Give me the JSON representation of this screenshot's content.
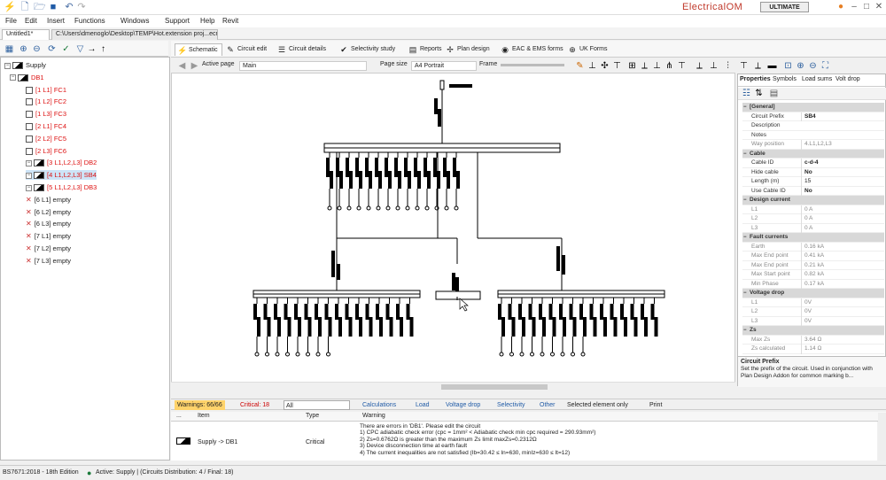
{
  "app": {
    "logo": "ElectricalOM",
    "edition": "ULTIMATE"
  },
  "menu": [
    "File",
    "Edit",
    "Insert",
    "Functions",
    "Windows",
    "Support",
    "Help",
    "Revit"
  ],
  "doc_tabs": [
    "Untitled1*",
    "C:\\Users\\dmenoglo\\Desktop\\TEMP\\Hot.extension proj...ecm*"
  ],
  "tree": [
    {
      "label": "Supply",
      "indent": 0,
      "color": "normal",
      "icon": "supply"
    },
    {
      "label": "DB1",
      "indent": 1,
      "color": "red",
      "icon": "db"
    },
    {
      "label": "[1 L1] FC1",
      "indent": 2,
      "color": "red",
      "icon": "box"
    },
    {
      "label": "[1 L2] FC2",
      "indent": 2,
      "color": "red",
      "icon": "box"
    },
    {
      "label": "[1 L3] FC3",
      "indent": 2,
      "color": "red",
      "icon": "box"
    },
    {
      "label": "[2 L1] FC4",
      "indent": 2,
      "color": "red",
      "icon": "box"
    },
    {
      "label": "[2 L2] FC5",
      "indent": 2,
      "color": "red",
      "icon": "box"
    },
    {
      "label": "[2 L3] FC6",
      "indent": 2,
      "color": "red",
      "icon": "box"
    },
    {
      "label": "[3 L1,L2,L3] DB2",
      "indent": 2,
      "color": "red",
      "icon": "db"
    },
    {
      "label": "[4 L1,L2,L3] SB4",
      "indent": 2,
      "color": "red",
      "icon": "db",
      "selected": true
    },
    {
      "label": "[5 L1,L2,L3] DB3",
      "indent": 2,
      "color": "red",
      "icon": "db"
    },
    {
      "label": "[6 L1] empty",
      "indent": 2,
      "color": "normal",
      "icon": "x"
    },
    {
      "label": "[6 L2] empty",
      "indent": 2,
      "color": "normal",
      "icon": "x"
    },
    {
      "label": "[6 L3] empty",
      "indent": 2,
      "color": "normal",
      "icon": "x"
    },
    {
      "label": "[7 L1] empty",
      "indent": 2,
      "color": "normal",
      "icon": "x"
    },
    {
      "label": "[7 L2] empty",
      "indent": 2,
      "color": "normal",
      "icon": "x"
    },
    {
      "label": "[7 L3] empty",
      "indent": 2,
      "color": "normal",
      "icon": "x"
    }
  ],
  "ribbon_tabs": [
    {
      "label": "Schematic",
      "icon": "schematic-icon",
      "glyph": "⚡",
      "active": true
    },
    {
      "label": "Circuit edit",
      "icon": "circuit-edit-icon",
      "glyph": "✎"
    },
    {
      "label": "Circuit details",
      "icon": "circuit-details-icon",
      "glyph": "☰"
    },
    {
      "label": "Selectivity study",
      "icon": "selectivity-icon",
      "glyph": "✔"
    },
    {
      "label": "Reports",
      "icon": "reports-icon",
      "glyph": "▤"
    },
    {
      "label": "Plan design",
      "icon": "plan-design-icon",
      "glyph": "✢"
    },
    {
      "label": "EAC & EMS forms",
      "icon": "eac-icon",
      "glyph": "◉"
    },
    {
      "label": "UK Forms",
      "icon": "uk-flag-icon",
      "glyph": "⊕"
    }
  ],
  "schematic_toolbar": {
    "active_page_label": "Active page",
    "active_page": "Main",
    "page_size_label": "Page size",
    "page_size": "A4 Portrait",
    "frame_label": "Frame"
  },
  "props": {
    "tabs": [
      "Properties",
      "Symbols",
      "Load sums",
      "Volt drop"
    ],
    "rows": [
      {
        "cat": true,
        "k": "[General]"
      },
      {
        "k": "Circuit Prefix",
        "v": "SB4",
        "bold": true
      },
      {
        "k": "Description",
        "v": ""
      },
      {
        "k": "Notes",
        "v": ""
      },
      {
        "k": "Way position",
        "v": "4.L1,L2,L3",
        "dim": true
      },
      {
        "cat": true,
        "k": "Cable"
      },
      {
        "k": "Cable ID",
        "v": "c-d-4",
        "bold": true
      },
      {
        "k": "Hide cable",
        "v": "No",
        "bold": true
      },
      {
        "k": "Length (m)",
        "v": "15"
      },
      {
        "k": "Use Cable ID",
        "v": "No",
        "bold": true
      },
      {
        "cat": true,
        "k": "Design current"
      },
      {
        "k": "L1",
        "v": "0 A",
        "dim": true
      },
      {
        "k": "L2",
        "v": "0 A",
        "dim": true
      },
      {
        "k": "L3",
        "v": "0 A",
        "dim": true
      },
      {
        "cat": true,
        "k": "Fault currents"
      },
      {
        "k": "Earth",
        "v": "0.16 kA",
        "dim": true
      },
      {
        "k": "Max End point",
        "v": "0.41 kA",
        "dim": true
      },
      {
        "k": "Max End point",
        "v": "0.21 kA",
        "dim": true
      },
      {
        "k": "Max Start point",
        "v": "0.82 kA",
        "dim": true
      },
      {
        "k": "Min Phase",
        "v": "0.17 kA",
        "dim": true
      },
      {
        "cat": true,
        "k": "Voltage drop"
      },
      {
        "k": "L1",
        "v": "0V",
        "dim": true
      },
      {
        "k": "L2",
        "v": "0V",
        "dim": true
      },
      {
        "k": "L3",
        "v": "0V",
        "dim": true
      },
      {
        "cat": true,
        "k": "Zs"
      },
      {
        "k": "Max Zs",
        "v": "3.64 Ω",
        "dim": true
      },
      {
        "k": "Zs calculated",
        "v": "1.14 Ω",
        "dim": true
      }
    ],
    "desc_title": "Circuit Prefix",
    "desc_text": "Set the prefix of the circuit. Used in conjunction with Plan Design Addon for common marking b..."
  },
  "bottombar": {
    "warnings": "Warnings: 66/66",
    "critical": "Critical: 18",
    "filter": "All",
    "buttons": [
      "Calculations",
      "Load",
      "Voltage drop",
      "Selectivity",
      "Other"
    ],
    "selected_only": "Selected element only",
    "print": "Print"
  },
  "errors": {
    "headers": [
      "...",
      "Item",
      "Type",
      "Warning"
    ],
    "item": "Supply -> DB1",
    "type": "Critical",
    "lines": [
      "There are errors in 'DB1'. Please edit the circuit",
      "1) CPC adiabatic check error (cpc = 1mm² <  Adiabatic check min cpc required = 290.93mm²)",
      "2) Zs=0.6762Ω  is greater than the maximum Zs limit maxZs=0.2312Ω",
      "3) Device disconnection time at earth fault",
      "4) The current inequalities are not satisfied (Ib=30.42 ≤ In=630, minIz=630 ≤ It=12)"
    ]
  },
  "status": {
    "standard": "BS7671:2018 - 18th Edition",
    "active": "Active: Supply | (Circuits Distribution: 4 / Final: 18)"
  }
}
